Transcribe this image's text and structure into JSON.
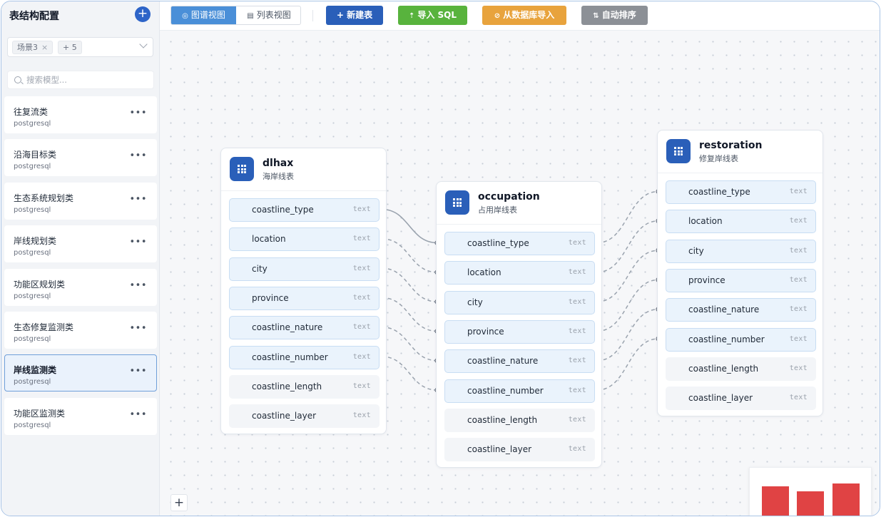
{
  "sidebar": {
    "title": "表结构配置",
    "add_label": "+",
    "scene_tags": [
      "场景3",
      "+ 5"
    ],
    "tag_close": "×",
    "search_placeholder": "搜索模型...",
    "more_label": "•••",
    "items": [
      {
        "name": "往复流类",
        "db": "postgresql",
        "active": false
      },
      {
        "name": "沿海目标类",
        "db": "postgresql",
        "active": false
      },
      {
        "name": "生态系统规划类",
        "db": "postgresql",
        "active": false
      },
      {
        "name": "岸线规划类",
        "db": "postgresql",
        "active": false
      },
      {
        "name": "功能区规划类",
        "db": "postgresql",
        "active": false
      },
      {
        "name": "生态修复监测类",
        "db": "postgresql",
        "active": false
      },
      {
        "name": "岸线监测类",
        "db": "postgresql",
        "active": true
      },
      {
        "name": "功能区监测类",
        "db": "postgresql",
        "active": false
      }
    ]
  },
  "toolbar": {
    "graph_view": "图谱视图",
    "list_view": "列表视图",
    "new_table": "+ 新建表",
    "import_sql": "导入 SQL",
    "import_db": "从数据库导入",
    "auto_sort": "自动排序",
    "colors": {
      "graph_view": "#4a8fd8",
      "new_table": "#2a5fb9",
      "import_sql": "#58b33d",
      "import_db": "#e8a33d",
      "auto_sort": "#8c9096"
    }
  },
  "tables": [
    {
      "name": "dlhax",
      "subtitle": "海岸线表",
      "fields": [
        {
          "name": "coastline_type",
          "type": "text",
          "linked": true
        },
        {
          "name": "location",
          "type": "text",
          "linked": true
        },
        {
          "name": "city",
          "type": "text",
          "linked": true
        },
        {
          "name": "province",
          "type": "text",
          "linked": true
        },
        {
          "name": "coastline_nature",
          "type": "text",
          "linked": true
        },
        {
          "name": "coastline_number",
          "type": "text",
          "linked": true
        },
        {
          "name": "coastline_length",
          "type": "text",
          "linked": false
        },
        {
          "name": "coastline_layer",
          "type": "text",
          "linked": false
        }
      ]
    },
    {
      "name": "occupation",
      "subtitle": "占用岸线表",
      "fields": [
        {
          "name": "coastline_type",
          "type": "text",
          "linked": true
        },
        {
          "name": "location",
          "type": "text",
          "linked": true
        },
        {
          "name": "city",
          "type": "text",
          "linked": true
        },
        {
          "name": "province",
          "type": "text",
          "linked": true
        },
        {
          "name": "coastline_nature",
          "type": "text",
          "linked": true
        },
        {
          "name": "coastline_number",
          "type": "text",
          "linked": true
        },
        {
          "name": "coastline_length",
          "type": "text",
          "linked": false
        },
        {
          "name": "coastline_layer",
          "type": "text",
          "linked": false
        }
      ]
    },
    {
      "name": "restoration",
      "subtitle": "修复岸线表",
      "fields": [
        {
          "name": "coastline_type",
          "type": "text",
          "linked": true
        },
        {
          "name": "location",
          "type": "text",
          "linked": true
        },
        {
          "name": "city",
          "type": "text",
          "linked": true
        },
        {
          "name": "province",
          "type": "text",
          "linked": true
        },
        {
          "name": "coastline_nature",
          "type": "text",
          "linked": true
        },
        {
          "name": "coastline_number",
          "type": "text",
          "linked": true
        },
        {
          "name": "coastline_length",
          "type": "text",
          "linked": false
        },
        {
          "name": "coastline_layer",
          "type": "text",
          "linked": false
        }
      ]
    }
  ],
  "relations": [
    {
      "from": "dlhax.coastline_type",
      "to": "occupation.coastline_type",
      "style": "solid"
    },
    {
      "from": "dlhax.location",
      "to": "occupation.location",
      "style": "dashed"
    },
    {
      "from": "dlhax.city",
      "to": "occupation.city",
      "style": "dashed"
    },
    {
      "from": "dlhax.province",
      "to": "occupation.province",
      "style": "dashed"
    },
    {
      "from": "dlhax.coastline_nature",
      "to": "occupation.coastline_nature",
      "style": "dashed"
    },
    {
      "from": "dlhax.coastline_number",
      "to": "occupation.coastline_number",
      "style": "dashed"
    },
    {
      "from": "occupation.coastline_type",
      "to": "restoration.coastline_type",
      "style": "dashed"
    },
    {
      "from": "occupation.location",
      "to": "restoration.location",
      "style": "dashed"
    },
    {
      "from": "occupation.city",
      "to": "restoration.city",
      "style": "dashed"
    },
    {
      "from": "occupation.province",
      "to": "restoration.province",
      "style": "dashed"
    },
    {
      "from": "occupation.coastline_nature",
      "to": "restoration.coastline_nature",
      "style": "dashed"
    },
    {
      "from": "occupation.coastline_number",
      "to": "restoration.coastline_number",
      "style": "dashed"
    }
  ],
  "canvas": {
    "zoom_in_label": "+"
  },
  "colors": {
    "accent": "#2a5fb9",
    "link_line": "#9aa3ae",
    "minimap_node": "#e04344"
  }
}
